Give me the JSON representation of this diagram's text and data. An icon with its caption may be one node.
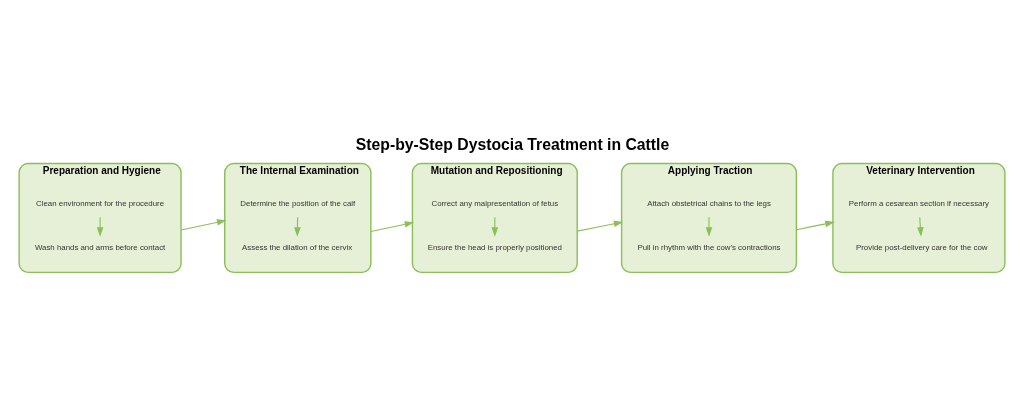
{
  "diagram": {
    "title": "Step-by-Step Dystocia Treatment in Cattle",
    "nodes": [
      {
        "text": [
          "Preparation and Hygiene"
        ]
      },
      {
        "text": [
          "Clean environment for the procedure"
        ],
        "in": 0
      },
      {
        "text": [
          "Wash hands and arms before contact"
        ],
        "in": 0
      },
      {
        "text": [
          "The Internal Examination"
        ]
      },
      {
        "text": [
          "Determine the position of the calf"
        ],
        "in": 3
      },
      {
        "text": [
          "Assess the dilation of the cervix"
        ],
        "in": 3
      },
      {
        "text": [
          "Mutation and Repositioning"
        ]
      },
      {
        "text": [
          "Correct any malpresentation of fetus"
        ],
        "in": 6
      },
      {
        "text": [
          "Ensure the head is properly positioned"
        ],
        "in": 6
      },
      {
        "text": [
          "Applying Traction"
        ]
      },
      {
        "text": [
          "Attach obstetrical chains to the legs"
        ],
        "in": 9
      },
      {
        "text": [
          "Pull in rhythm with the cow's contractions"
        ],
        "in": 9
      },
      {
        "text": [
          "Veterinary Intervention"
        ]
      },
      {
        "text": [
          "Perform a cesarean section if necessary"
        ],
        "in": 12
      },
      {
        "text": [
          "Provide post-delivery care for the cow"
        ],
        "in": 12
      }
    ],
    "edges": [
      {
        "from": 1,
        "to": 2,
        "arrow": "to"
      },
      {
        "from": 0,
        "to": 3,
        "arrow": "to"
      },
      {
        "from": 4,
        "to": 5,
        "arrow": "to"
      },
      {
        "from": 3,
        "to": 6,
        "arrow": "to"
      },
      {
        "from": 7,
        "to": 8,
        "arrow": "to"
      },
      {
        "from": 6,
        "to": 9,
        "arrow": "to"
      },
      {
        "from": 10,
        "to": 11,
        "arrow": "to"
      },
      {
        "from": 9,
        "to": 12,
        "arrow": "to"
      },
      {
        "from": 13,
        "to": 14,
        "arrow": "to"
      }
    ]
  }
}
